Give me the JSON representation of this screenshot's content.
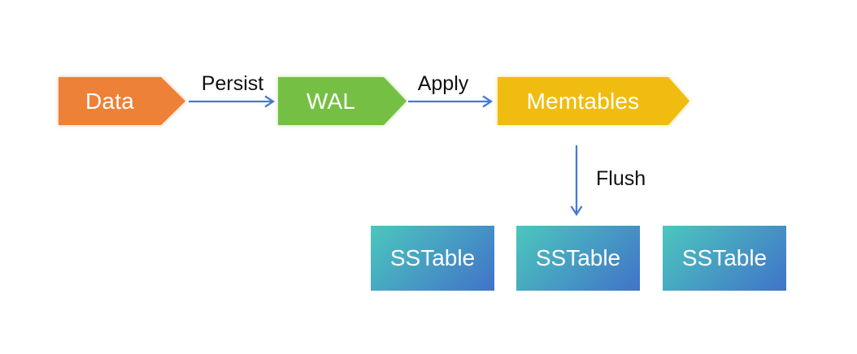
{
  "diagram": {
    "nodes": {
      "data": {
        "label": "Data"
      },
      "wal": {
        "label": "WAL"
      },
      "memtables": {
        "label": "Memtables"
      },
      "sstables": [
        {
          "label": "SSTable"
        },
        {
          "label": "SSTable"
        },
        {
          "label": "SSTable"
        }
      ]
    },
    "edges": {
      "persist": {
        "label": "Persist",
        "from": "Data",
        "to": "WAL"
      },
      "apply": {
        "label": "Apply",
        "from": "WAL",
        "to": "Memtables"
      },
      "flush": {
        "label": "Flush",
        "from": "Memtables",
        "to": "SSTable"
      }
    },
    "colors": {
      "data-fill": "#EC8137",
      "wal-fill": "#76BF45",
      "memtables-fill": "#F0BC10",
      "sstable-gradient-start": "#4BC7BD",
      "sstable-gradient-end": "#4173C9",
      "arrow": "#4779D2",
      "node-text": "#FFFFFF",
      "edge-label-text": "#111111",
      "background": "#FFFFFF"
    }
  }
}
